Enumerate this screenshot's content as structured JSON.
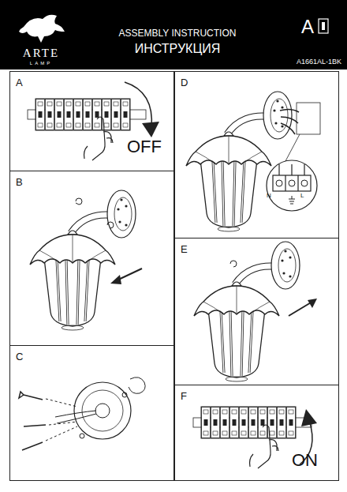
{
  "diagram": {
    "title": "ASSEMBLY INSTRUCTION",
    "nodes": [
      {
        "text": [
          "A",
          "OFF"
        ]
      },
      {
        "text": [
          "B"
        ]
      },
      {
        "text": [
          "C"
        ]
      },
      {
        "text": [
          "D",
          "N",
          "L"
        ]
      },
      {
        "text": [
          "E"
        ]
      },
      {
        "text": [
          "F",
          "ON"
        ]
      }
    ],
    "labels": [
      "ARTE",
      "LAMP",
      "ИНСТРУКЦИЯ",
      "A",
      "A1661AL-1BK"
    ]
  }
}
